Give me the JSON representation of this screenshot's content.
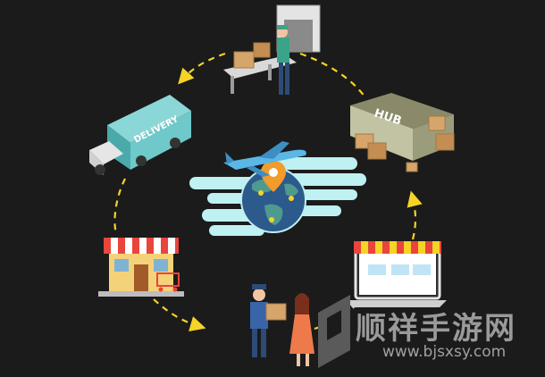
{
  "illustration": {
    "truck_label": "DELIVERY",
    "hub_label": "HUB"
  },
  "watermark": {
    "site_name": "顺祥手游网",
    "url": "www.bjsxsy.com"
  },
  "colors": {
    "background": "#1b1b1b",
    "arrow": "#f5d327",
    "cloud": "#bff0f2",
    "truck": "#6fc8c9",
    "globe_sea": "#2d5a8c",
    "globe_land": "#4f9a8f",
    "pin": "#f39b2b",
    "awning_red": "#e8453c"
  },
  "icons": [
    "factory-worker-icon",
    "hub-warehouse-icon",
    "delivery-truck-icon",
    "airplane-icon",
    "globe-icon",
    "location-pin-icon",
    "store-icon",
    "laptop-shop-icon",
    "delivery-man-icon",
    "customer-woman-icon",
    "watermark-logo-icon"
  ]
}
